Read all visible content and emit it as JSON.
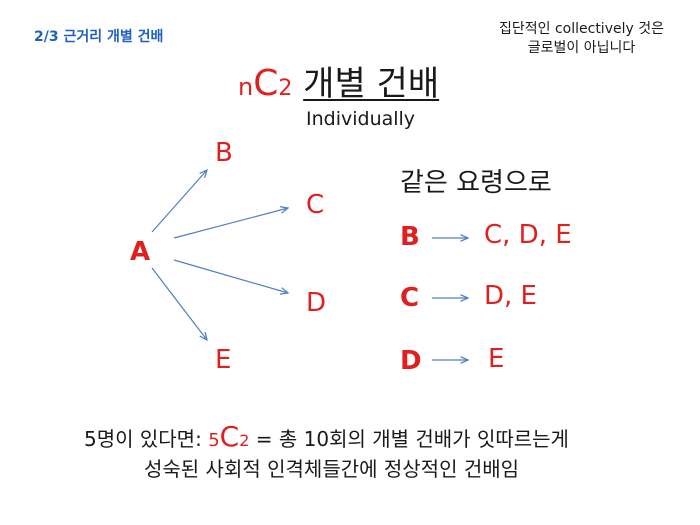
{
  "header": {
    "slide_label": "2/3 근거리 개별 건배",
    "note_line1": "집단적인 collectively 것은",
    "note_line2": "글로벌이 아닙니다"
  },
  "title": {
    "n": "n",
    "c": "C",
    "two": "2",
    "main": "개별 건배",
    "subtitle": "Individually"
  },
  "diagram": {
    "source": "A",
    "targets": [
      "B",
      "C",
      "D",
      "E"
    ]
  },
  "rules": {
    "heading": "같은 요령으로",
    "rows": [
      {
        "from": "B",
        "to": "C, D, E"
      },
      {
        "from": "C",
        "to": "D, E"
      },
      {
        "from": "D",
        "to": "E"
      }
    ]
  },
  "footer": {
    "prefix": "5명이 있다면: ",
    "five": "5",
    "c": "C",
    "two": "2",
    "suffix": " = 총 10회의 개별 건배가 잇따르는게",
    "line2": "성숙된 사회적 인격체들간에 정상적인 건배임"
  },
  "colors": {
    "accent_red": "#e02020",
    "label_blue": "#1f5fbf",
    "arrow_blue": "#4f7fc4"
  }
}
